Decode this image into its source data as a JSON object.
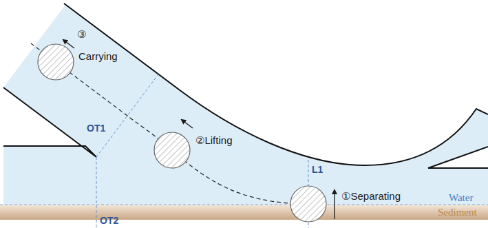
{
  "diagram": {
    "labels": [
      "③",
      "Carrying",
      "OT1",
      "②Lifting",
      "L1",
      "①Separating",
      "Water",
      "Sediment",
      "OT2"
    ]
  }
}
